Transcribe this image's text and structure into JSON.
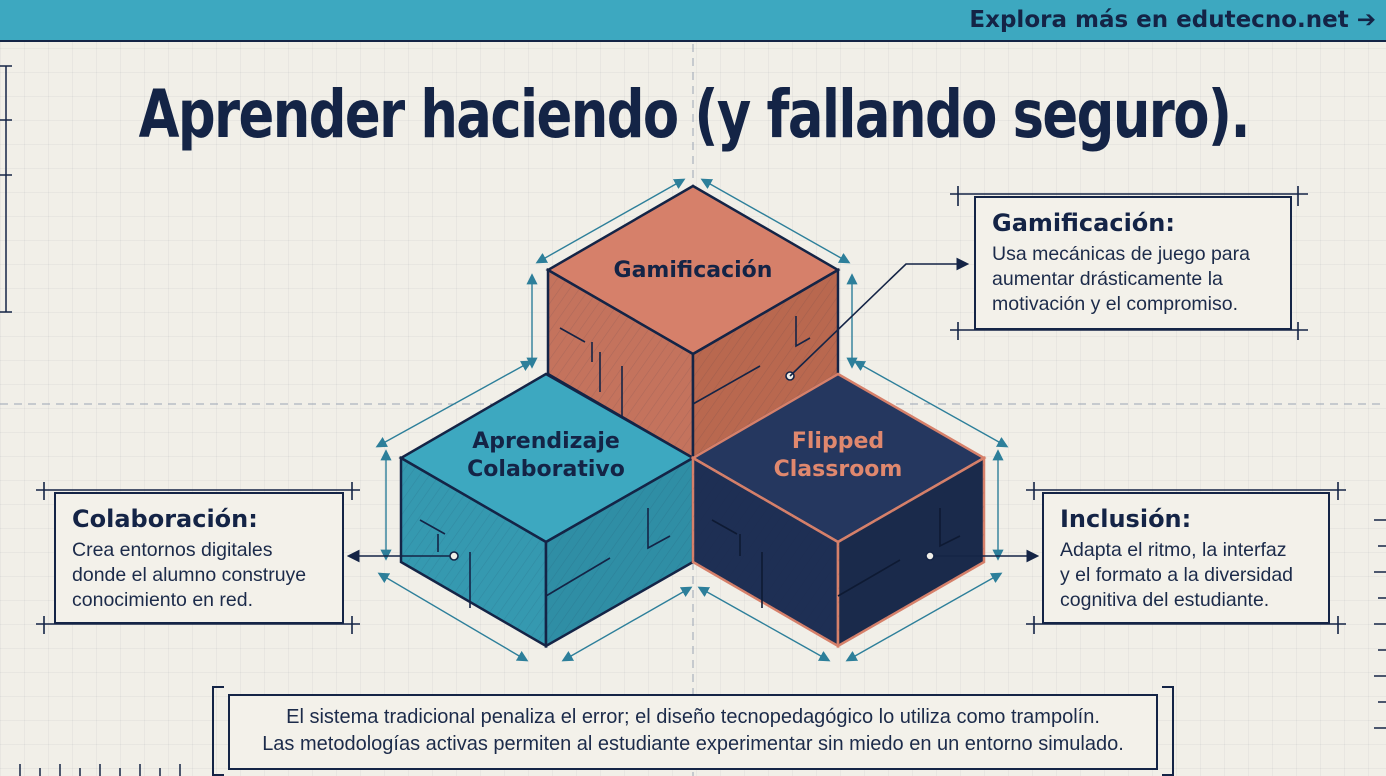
{
  "header": {
    "link_text": "Explora más en edutecno.net",
    "arrow_icon": "arrow-right-icon"
  },
  "title": "Aprender haciendo (y fallando seguro).",
  "cubes": {
    "top": {
      "label": "Gamificación",
      "color": "#d6806a"
    },
    "left": {
      "label_line1": "Aprendizaje",
      "label_line2": "Colaborativo",
      "color": "#3da8c0"
    },
    "right": {
      "label_line1": "Flipped",
      "label_line2": "Classroom",
      "color": "#25375f",
      "label_color": "#e0886e"
    }
  },
  "callouts": {
    "gamificacion": {
      "heading": "Gamificación:",
      "lines": [
        "Usa mecánicas de juego para",
        "aumentar drásticamente la",
        "motivación y el compromiso."
      ]
    },
    "colaboracion": {
      "heading": "Colaboración:",
      "lines": [
        "Crea entornos digitales",
        "donde el alumno construye",
        "conocimiento en red."
      ]
    },
    "inclusion": {
      "heading": "Inclusión:",
      "lines": [
        "Adapta el ritmo, la interfaz",
        "y el formato a la diversidad",
        "cognitiva del estudiante."
      ]
    }
  },
  "footer": {
    "line1": "El sistema tradicional penaliza el error; el diseño tecnopedagógico lo utiliza como trampolín.",
    "line2": "Las metodologías activas permiten al estudiante experimentar sin miedo en un entorno simulado."
  },
  "colors": {
    "navy": "#142446",
    "teal": "#3da8c0",
    "coral": "#d6806a",
    "paper": "#f1efe8"
  }
}
